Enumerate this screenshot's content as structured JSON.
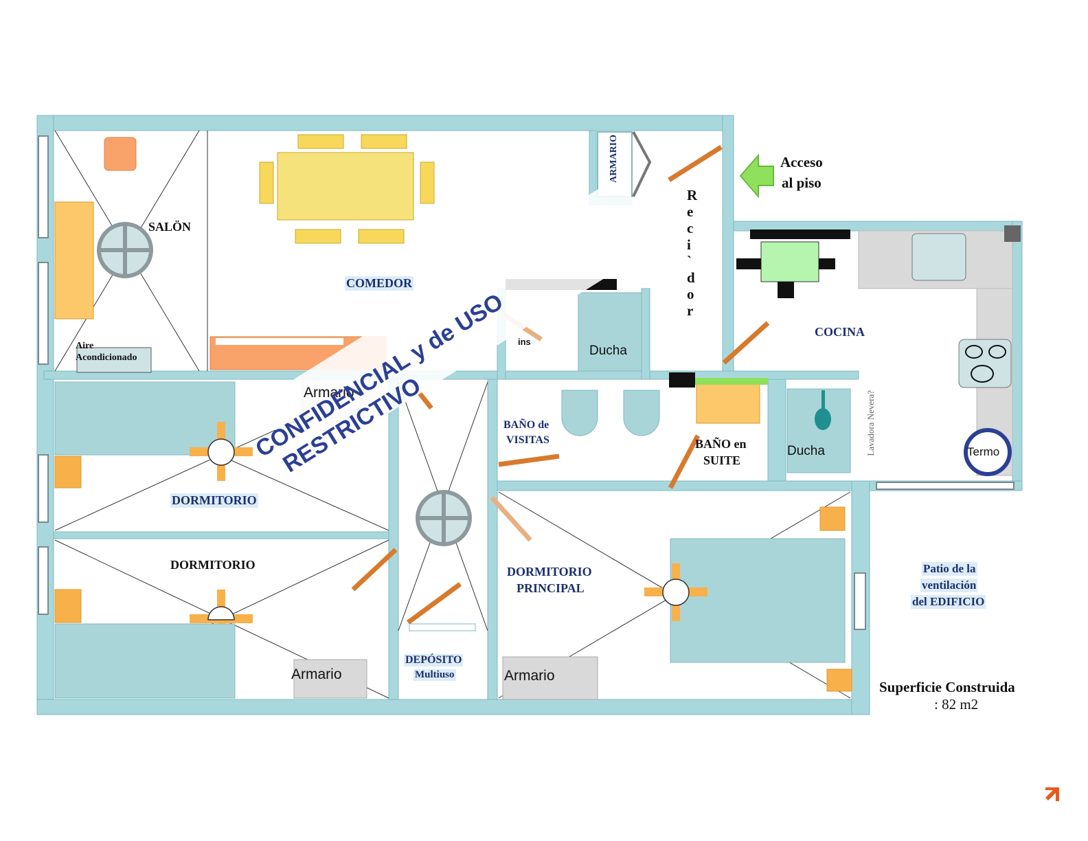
{
  "rooms": {
    "salon": "SALÖN",
    "aire": "Aire",
    "aire2": "Acondicionado",
    "comedor": "COMEDOR",
    "armario_vertical": "ARMARIO",
    "recibidor": [
      "R",
      "e",
      "c",
      "i",
      "`",
      "d",
      "o",
      "r"
    ],
    "cocina": "COCINA",
    "acceso1": "Acceso",
    "acceso2": "al piso",
    "armario_top": "Armario",
    "dormitorio1": "DORMITORIO",
    "dormitorio2": "DORMITORIO",
    "armario_bl": "Armario",
    "deposito1": "DEPÓSITO",
    "deposito2": "Multiuso",
    "bano_visitas1": "BAÑO de",
    "bano_visitas2": "VISITAS",
    "ducha1": "Ducha",
    "bano_suite1": "BAÑO en",
    "bano_suite2": "SUITE",
    "ducha2": "Ducha",
    "lavadora": "Lavadora  Nevera?",
    "termo": "Termo",
    "dorm_principal1": "DORMITORIO",
    "dorm_principal2": "PRINCIPAL",
    "armario_br": "Armario",
    "patio1": "Patio de la",
    "patio2": "ventilación",
    "patio3": "del EDIFICIO",
    "superficie1": "Superficie Construida",
    "superficie2": ": 82 m2",
    "ins": "ins"
  },
  "watermark": {
    "line1": "CONFIDENCIAL y de USO",
    "line2": "RESTRICTIVO"
  },
  "colors": {
    "wall": "#a9d8dc",
    "wall_dark": "#7fb9c0",
    "furniture_yellow": "#f5e27a",
    "furniture_orange": "#f8b04a",
    "door": "#d87a2c",
    "bed": "#a9d5d8",
    "cabinet": "#d9d9d9",
    "watermark": "#2b3f95",
    "arrow": "#8fe05a"
  },
  "icons": {
    "arrow": "green-arrow-icon",
    "corner": "orange-corner-arrow-icon"
  }
}
